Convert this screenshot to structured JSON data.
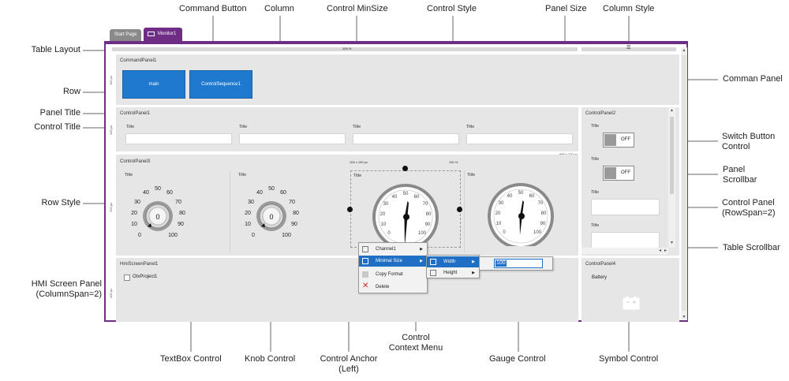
{
  "annotations": {
    "command_button": "Command Button",
    "column": "Column",
    "control_minsize": "Control MinSize",
    "control_style": "Control Style",
    "panel_size": "Panel Size",
    "column_style": "Column Style",
    "table_layout": "Table Layout",
    "row": "Row",
    "panel_title": "Panel Title",
    "control_title": "Control Title",
    "row_style": "Row Style",
    "hmi_screen_panel_line1": "HMI Screen Panel",
    "hmi_screen_panel_line2": "(ColumnSpan=2)",
    "command_panel": "Comman Panel",
    "switch_button_line1": "Switch Button",
    "switch_button_line2": "Control",
    "panel_scrollbar_line1": "Panel",
    "panel_scrollbar_line2": "Scrollbar",
    "control_panel_line1": "Control Panel",
    "control_panel_line2": "(RowSpan=2)",
    "table_scrollbar": "Table Scrollbar",
    "textbox_control": "TextBox Control",
    "knob_control": "Knob Control",
    "control_anchor_line1": "Control Anchor",
    "control_anchor_line2": "(Left)",
    "control_context_menu_line1": "Control",
    "control_context_menu_line2": "Context Menu",
    "gauge_control": "Gauge Control",
    "symbol_control": "Symbol Control"
  },
  "tabs": {
    "start_page": "Start Page",
    "monitor": "Monitor1"
  },
  "table": {
    "column_percent": "100 %",
    "row_height_1": "115 px",
    "row_height_2": "100 px",
    "row_height_3": "200 px",
    "row_height_4": "100 px"
  },
  "command_panel": {
    "title": "CommandPanel1",
    "buttons": [
      "main",
      "ControlSequence1"
    ]
  },
  "control_panel_1": {
    "title": "ControlPanel1",
    "control_titles": [
      "Title",
      "Title",
      "Title",
      "Title"
    ],
    "panel_size": "990 x 120 px"
  },
  "control_panel_3": {
    "title": "ControlPanel3",
    "control_titles": [
      "Title",
      "Title",
      "Title",
      "Title"
    ],
    "min_size": "100 x 100 px",
    "percent": "100 %"
  },
  "knob": {
    "value": "0",
    "scale": [
      "0",
      "10",
      "20",
      "30",
      "40",
      "50",
      "60",
      "70",
      "80",
      "90",
      "100"
    ]
  },
  "gauge": {
    "scale": [
      "0",
      "10",
      "20",
      "30",
      "40",
      "50",
      "60",
      "70",
      "80",
      "90",
      "100"
    ]
  },
  "control_panel_2": {
    "title": "ControlPanel2",
    "control_titles": [
      "Title",
      "Title",
      "Title",
      "Title"
    ],
    "switch_label": "OFF"
  },
  "hmi_panel": {
    "title": "HmiScreenPanel1",
    "checkbox_label": "OtxProject1"
  },
  "control_panel_4": {
    "title": "ControlPanel4",
    "label": "Battery",
    "symbol": "battery-icon"
  },
  "context_menu": {
    "items": [
      "Channel1",
      "Minimal Size",
      "Copy Format",
      "Delete"
    ],
    "submenu": [
      "Width",
      "Height"
    ],
    "width_value": "100"
  },
  "colors": {
    "accent": "#6f2d86",
    "button": "#1f7acf",
    "selection": "#1f6fc5",
    "panel": "#e6e6e6"
  }
}
